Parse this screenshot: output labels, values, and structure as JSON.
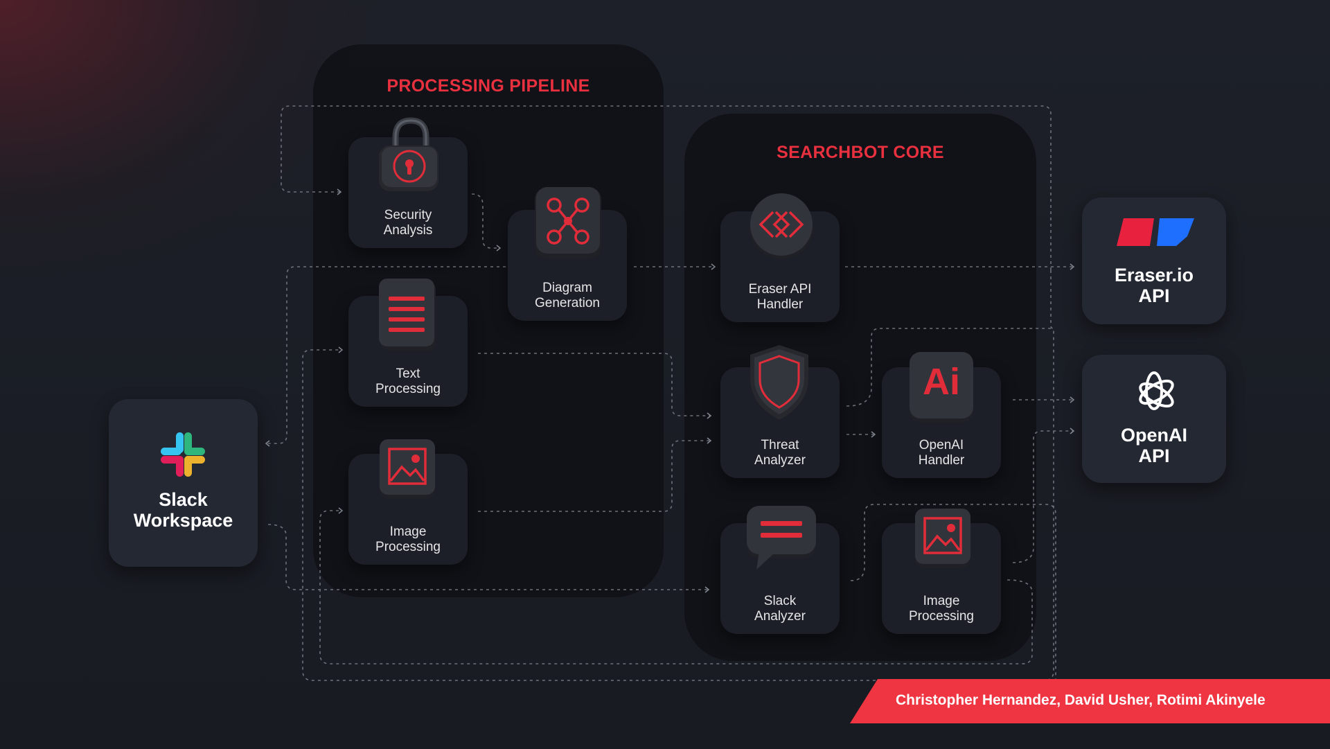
{
  "pipeline": {
    "title": "PROCESSING PIPELINE",
    "security": "Security\nAnalysis",
    "diagram": "Diagram\nGeneration",
    "text": "Text\nProcessing",
    "image": "Image\nProcessing"
  },
  "core": {
    "title": "SEARCHBOT CORE",
    "eraser_handler": "Eraser API\nHandler",
    "threat": "Threat\nAnalyzer",
    "openai_handler": "OpenAI\nHandler",
    "slack_analyzer": "Slack\nAnalyzer",
    "image": "Image\nProcessing"
  },
  "external": {
    "slack": "Slack\nWorkspace",
    "eraser": "Eraser.io\nAPI",
    "openai": "OpenAI\nAPI"
  },
  "footer": {
    "authors": "Christopher Hernandez, David Usher, Rotimi Akinyele"
  },
  "icons": {
    "openai_handler_glyph": "Ai"
  },
  "colors": {
    "accent": "#e8303f",
    "background": "#181b22",
    "card": "#1c1f27",
    "banner": "#ef3442",
    "eraser_red": "#e8213f",
    "eraser_blue": "#1f6fff"
  }
}
